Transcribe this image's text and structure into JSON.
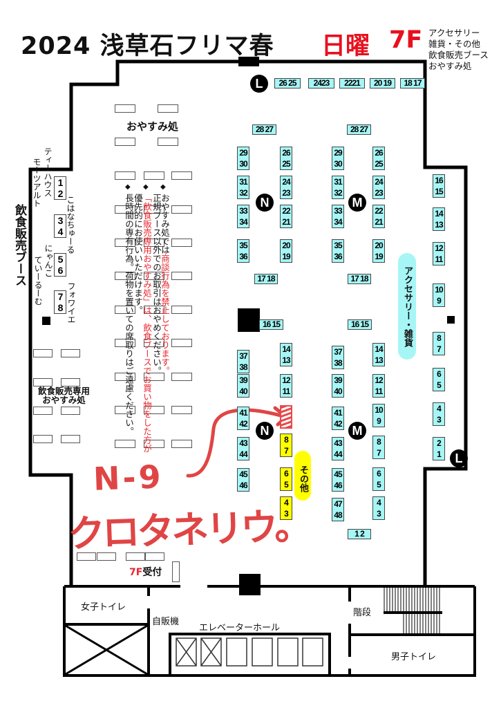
{
  "header": {
    "title": "2024 浅草石フリマ春",
    "day": "日曜",
    "floor": "7F",
    "legend": [
      "アクセサリー",
      "雑貨・その他",
      "飲食販売ブース",
      "おやすみ処"
    ]
  },
  "areas": {
    "rest_area": "おやすみ処",
    "food_booths": "飲食販売ブース",
    "food_rest_area_line1": "飲食販売専用",
    "food_rest_area_line2": "おやすみ処",
    "accessory_zone": "アクセサリー・雑貨",
    "other_zone": "その他",
    "reception_floor": "7F",
    "reception": "受付",
    "womens_toilet": "女子トイレ",
    "vending": "自販機",
    "elevator_hall": "エレベーターホール",
    "stairs": "階段",
    "mens_toilet": "男子トイレ"
  },
  "vendors": {
    "tea_house": "ティーハウス",
    "mozart": "モーツアルト",
    "kohana": "こはなちゅーる",
    "nyanko": "にゃんこ",
    "tearoom": "ていーるーむ",
    "foyer": "フォワイエ"
  },
  "notice": {
    "bullet": "◆",
    "c1_black": "おやすみ処では",
    "c1_red": "商談行為を禁止しております。",
    "c2": "正規ブース以外でのお取引はおやめください。",
    "c3_red": "「飲食販売専用おやすみ処」は、飲食ブースでお買い物をした方が",
    "c4": "優先的にお使いいただけます。",
    "c5": "長時間の専有行為。荷物を置いての席取りはご遠慮ください。"
  },
  "markers": {
    "L": "L",
    "N": "N",
    "M": "M"
  },
  "booths": [
    {
      "a": "29",
      "b": "30",
      "kind": "accessory"
    },
    {
      "a": "31",
      "b": "32",
      "kind": "accessory"
    },
    {
      "a": "33",
      "b": "34",
      "kind": "accessory"
    },
    {
      "a": "35",
      "b": "36",
      "kind": "accessory"
    },
    {
      "a": "26",
      "b": "25",
      "kind": "accessory"
    },
    {
      "a": "24",
      "b": "23",
      "kind": "accessory"
    },
    {
      "a": "22",
      "b": "21",
      "kind": "accessory"
    },
    {
      "a": "20",
      "b": "19",
      "kind": "accessory"
    },
    {
      "a": "29",
      "b": "30",
      "kind": "accessory"
    },
    {
      "a": "31",
      "b": "32",
      "kind": "accessory"
    },
    {
      "a": "33",
      "b": "34",
      "kind": "accessory"
    },
    {
      "a": "35",
      "b": "36",
      "kind": "accessory"
    },
    {
      "a": "26",
      "b": "25",
      "kind": "accessory"
    },
    {
      "a": "24",
      "b": "23",
      "kind": "accessory"
    },
    {
      "a": "22",
      "b": "21",
      "kind": "accessory"
    },
    {
      "a": "20",
      "b": "19",
      "kind": "accessory"
    },
    {
      "a": "16",
      "b": "15",
      "kind": "accessory"
    },
    {
      "a": "14",
      "b": "13",
      "kind": "accessory"
    },
    {
      "a": "12",
      "b": "11",
      "kind": "accessory"
    },
    {
      "a": "10",
      "b": "9",
      "kind": "accessory"
    },
    {
      "a": "8",
      "b": "7",
      "kind": "accessory"
    },
    {
      "a": "6",
      "b": "5",
      "kind": "accessory"
    },
    {
      "a": "4",
      "b": "3",
      "kind": "accessory"
    },
    {
      "a": "2",
      "b": "1",
      "kind": "accessory"
    },
    {
      "a": "37",
      "b": "38",
      "kind": "accessory"
    },
    {
      "a": "39",
      "b": "40",
      "kind": "accessory"
    },
    {
      "a": "41",
      "b": "42",
      "kind": "accessory"
    },
    {
      "a": "43",
      "b": "44",
      "kind": "accessory"
    },
    {
      "a": "45",
      "b": "46",
      "kind": "accessory"
    },
    {
      "a": "14",
      "b": "13",
      "kind": "accessory"
    },
    {
      "a": "12",
      "b": "11",
      "kind": "accessory"
    },
    {
      "a": "",
      "b": "",
      "kind": "hatched"
    },
    {
      "a": "8",
      "b": "7",
      "kind": "other"
    },
    {
      "a": "6",
      "b": "5",
      "kind": "other"
    },
    {
      "a": "4",
      "b": "3",
      "kind": "other"
    },
    {
      "a": "37",
      "b": "38",
      "kind": "accessory"
    },
    {
      "a": "39",
      "b": "40",
      "kind": "accessory"
    },
    {
      "a": "41",
      "b": "42",
      "kind": "accessory"
    },
    {
      "a": "43",
      "b": "44",
      "kind": "accessory"
    },
    {
      "a": "45",
      "b": "46",
      "kind": "accessory"
    },
    {
      "a": "47",
      "b": "48",
      "kind": "accessory"
    },
    {
      "a": "14",
      "b": "13",
      "kind": "accessory"
    },
    {
      "a": "12",
      "b": "11",
      "kind": "accessory"
    },
    {
      "a": "10",
      "b": "9",
      "kind": "accessory"
    },
    {
      "a": "8",
      "b": "7",
      "kind": "accessory"
    },
    {
      "a": "6",
      "b": "5",
      "kind": "accessory"
    },
    {
      "a": "4",
      "b": "3",
      "kind": "accessory"
    },
    {
      "a": "1",
      "b": "2",
      "kind": "food"
    },
    {
      "a": "3",
      "b": "4",
      "kind": "food"
    },
    {
      "a": "5",
      "b": "6",
      "kind": "food"
    },
    {
      "a": "7",
      "b": "8",
      "kind": "food"
    }
  ],
  "hbooths": [
    {
      "label": "26 25"
    },
    {
      "label": "2423"
    },
    {
      "label": "2221"
    },
    {
      "label": "20 19"
    },
    {
      "label": "18 17"
    },
    {
      "label": "28 27"
    },
    {
      "label": "28 27"
    },
    {
      "label": "17 18"
    },
    {
      "label": "17 18"
    },
    {
      "label": "16 15"
    },
    {
      "label": "16 15"
    },
    {
      "label": "1 2"
    }
  ],
  "annotation": {
    "line1": "N-9",
    "line2": "クロタネリウ。",
    "color": "#e04545"
  },
  "colors": {
    "accent_red": "#e8101e",
    "accessory": "#a6f6f6",
    "other": "#ffff00"
  }
}
